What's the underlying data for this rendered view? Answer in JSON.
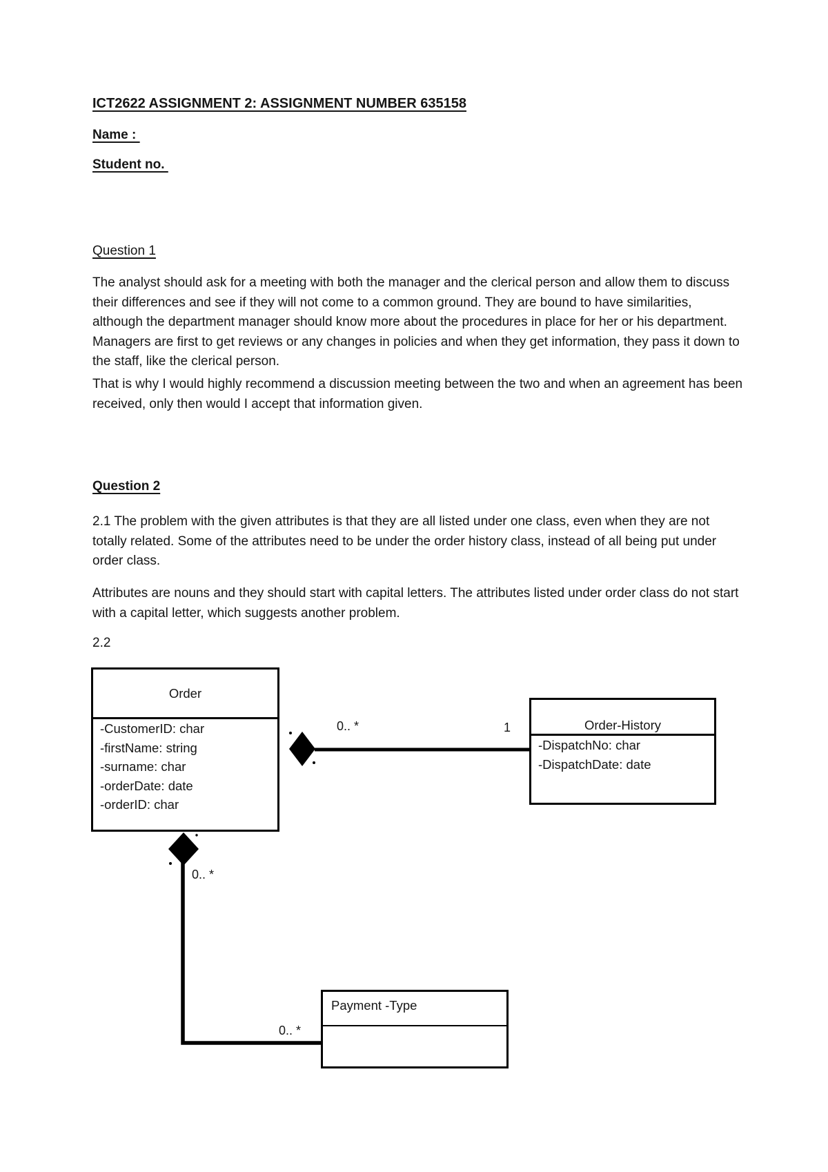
{
  "doc": {
    "title": "ICT2622 ASSIGNMENT 2: ASSIGNMENT NUMBER 635158",
    "name_label": "Name : ",
    "student_label": "Student no. "
  },
  "question1": {
    "heading": "Question 1",
    "paragraphs": [
      "The analyst should ask for a meeting with both the manager and the clerical person and allow them to discuss their differences and see if they will not come to a common ground. They are bound to have similarities, although the department manager should know more about the procedures in place for her or his department. Managers are first to get reviews or any changes in policies and when they get information, they pass it down to the staff, like the clerical person.",
      "That is why I would highly recommend a discussion meeting between the two and when an agreement has been received, only then would I accept that information given."
    ]
  },
  "question2": {
    "heading": "Question 2",
    "paragraphs": [
      "2.1 The problem with the given attributes is that they are all listed under one class, even when they are not totally related. Some of the attributes need to be under the order history class, instead of all being put under order class.",
      "Attributes are nouns and they should start with capital letters. The attributes listed under order class do not start with a capital letter, which suggests another problem."
    ],
    "section_label": "2.2"
  },
  "diagram": {
    "classes": [
      {
        "name": "Order",
        "attributes": [
          "-CustomerID: char",
          "-firstName: string",
          "-surname: char",
          "-orderDate: date",
          "-orderID: char"
        ]
      },
      {
        "name": "Order-History",
        "attributes": [
          "-DispatchNo: char",
          "-DispatchDate: date"
        ]
      },
      {
        "name": "Payment -Type",
        "attributes": []
      }
    ],
    "labels": {
      "assoc1_near_order": "0.. *",
      "assoc1_near_history": "1",
      "assoc2_near_order": "0.. *",
      "assoc2_near_payment": "0.. *"
    },
    "line_color": "#000000"
  }
}
